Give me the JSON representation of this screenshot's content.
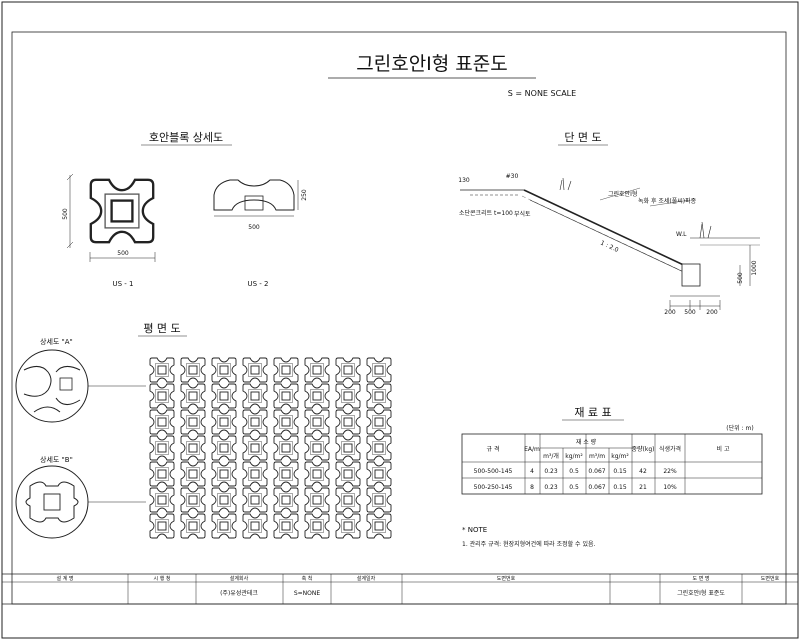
{
  "title": "그린호안I형 표준도",
  "scale": "S = NONE SCALE",
  "sections": {
    "block_detail": "호안블록 상세도",
    "cross_section": "단 면 도",
    "plan": "평 면 도",
    "materials": "재 료 표"
  },
  "block_detail": {
    "us1": {
      "label": "US - 1",
      "dim_w": "500",
      "dim_h": "500"
    },
    "us2": {
      "label": "US - 2",
      "dim_w": "500",
      "dim_h": "250"
    }
  },
  "cross_section": {
    "labels": {
      "top_width": "#30",
      "top_height": "130",
      "edge": "소단콘크리트 t=100",
      "backfill": "부식토",
      "block": "그린호안I형",
      "planting": "녹화 후 조세(풀씨)파종",
      "slope": "1 : 2.0",
      "water_level": "W.L",
      "h500": "500",
      "h1000": "1000",
      "b200a": "200",
      "b500": "500",
      "b200b": "200"
    }
  },
  "plan": {
    "detail_a": "상세도 \"A\"",
    "detail_b": "상세도 \"B\""
  },
  "materials": {
    "unit": "(단위 : m)",
    "headers": {
      "spec": "규 격",
      "ea": "EA/m",
      "concrete": "재 소 량",
      "weight": "중량(kg)",
      "ratio": "식생가격",
      "remark": "비 고",
      "sub1": "m³/개",
      "sub2": "kg/m²",
      "sub3": "m³/m",
      "sub4": "kg/m²"
    },
    "rows": [
      {
        "spec": "500-500-145",
        "ea": "4",
        "c1": "0.23",
        "c2": "0.5",
        "c3": "0.067",
        "c4": "0.15",
        "weight": "42",
        "ratio": "22%",
        "remark": ""
      },
      {
        "spec": "500-250-145",
        "ea": "8",
        "c1": "0.23",
        "c2": "0.5",
        "c3": "0.067",
        "c4": "0.15",
        "weight": "21",
        "ratio": "10%",
        "remark": ""
      }
    ]
  },
  "note": {
    "title": "* NOTE",
    "text": "1. 관리주 규격: 현장지형여건에 따라 조정할 수 있음."
  },
  "title_block": {
    "cells": [
      "설 계 명",
      "시 행 청",
      "설계회사",
      "축 척",
      "설계일자",
      "도면번호",
      "",
      "도 면 명",
      "도면번호"
    ],
    "company": "(주)유성관테크",
    "scale": "S=NONE",
    "drawing_name": "그린호안I형 표준도"
  }
}
